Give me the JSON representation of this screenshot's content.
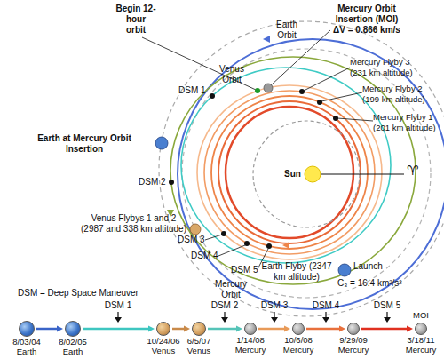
{
  "diagram": {
    "nodes": [
      {
        "text": [
          "8/03/04 Earth"
        ]
      },
      {
        "text": [
          "8/02/05 Earth"
        ]
      },
      {
        "text": [
          "10/24/06 Venus"
        ]
      },
      {
        "text": [
          "6/5/07 Venus"
        ]
      },
      {
        "text": [
          "1/14/08 Mercury"
        ]
      },
      {
        "text": [
          "10/6/08 Mercury"
        ]
      },
      {
        "text": [
          "9/29/09 Mercury"
        ]
      },
      {
        "text": [
          "MOI",
          "3/18/11 Mercury"
        ]
      }
    ],
    "edges": [
      {
        "from": 0,
        "to": 1,
        "arrow": "to"
      },
      {
        "from": 1,
        "to": 2,
        "arrow": "to"
      },
      {
        "from": 2,
        "to": 3,
        "arrow": "to"
      },
      {
        "from": 3,
        "to": 4,
        "arrow": "to"
      },
      {
        "from": 4,
        "to": 5,
        "arrow": "to"
      },
      {
        "from": 5,
        "to": 6,
        "arrow": "to"
      },
      {
        "from": 6,
        "to": 7,
        "arrow": "to"
      }
    ],
    "labels": [
      "Begin 12-hour orbit",
      "Earth Orbit",
      "Mercury Orbit Insertion (MOI) ΔV = 0.866 km/s",
      "DSM 1",
      "Venus Orbit",
      "Mercury Flyby 3 (231 km altitude)",
      "Mercury Flyby 2 (199 km altitude)",
      "Mercury Flyby 1 (201 km altitude)",
      "Sun",
      "♈",
      "Earth at Mercury Orbit Insertion",
      "DSM 2",
      "Venus Flybys 1 and 2 (2987 and 338 km altitude)",
      "DSM 3",
      "DSM 4",
      "DSM 5",
      "Earth Flyby (2347 km altitude)",
      "Mercury Orbit",
      "Launch",
      "C₃ = 16.4 km²/s²",
      "DSM = Deep Space Maneuver",
      "DSM 1",
      "DSM 2",
      "DSM 3",
      "DSM 4",
      "DSM 5"
    ]
  }
}
